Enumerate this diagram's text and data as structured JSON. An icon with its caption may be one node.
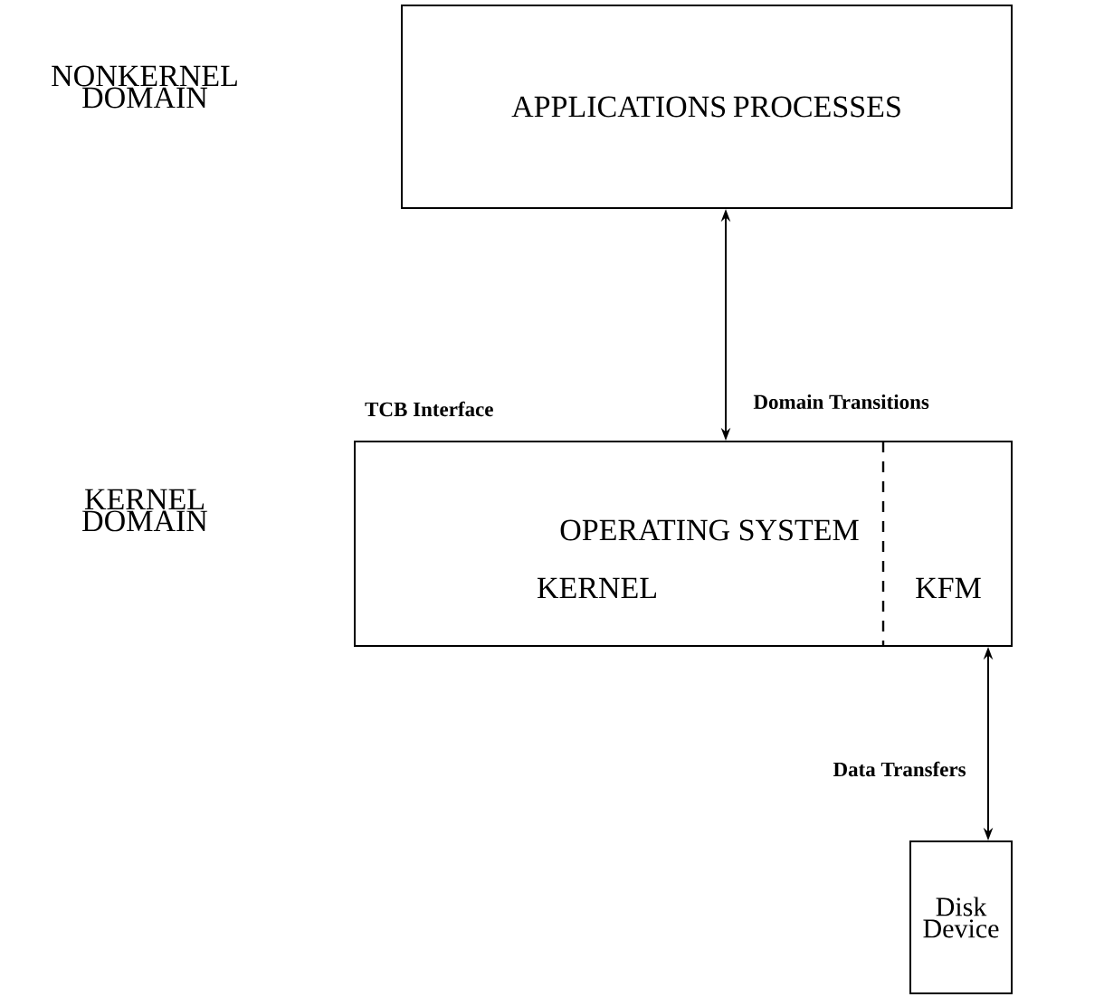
{
  "diagram": {
    "nodes": [
      {
        "text": [
          "APPLICATIONS PROCESSES"
        ]
      },
      {
        "text": [
          "OPERATING SYSTEM",
          "KERNEL",
          "KFM"
        ]
      },
      {
        "text": [
          "Disk Device"
        ]
      }
    ],
    "edges": [
      {
        "from": 0,
        "to": 1,
        "arrow": "both",
        "label": "Domain Transitions"
      },
      {
        "from": 1,
        "to": 2,
        "arrow": "both",
        "label": "Data Transfers"
      }
    ],
    "labels": [
      "NONKERNEL DOMAIN",
      "TCB Interface",
      "KERNEL DOMAIN"
    ]
  }
}
